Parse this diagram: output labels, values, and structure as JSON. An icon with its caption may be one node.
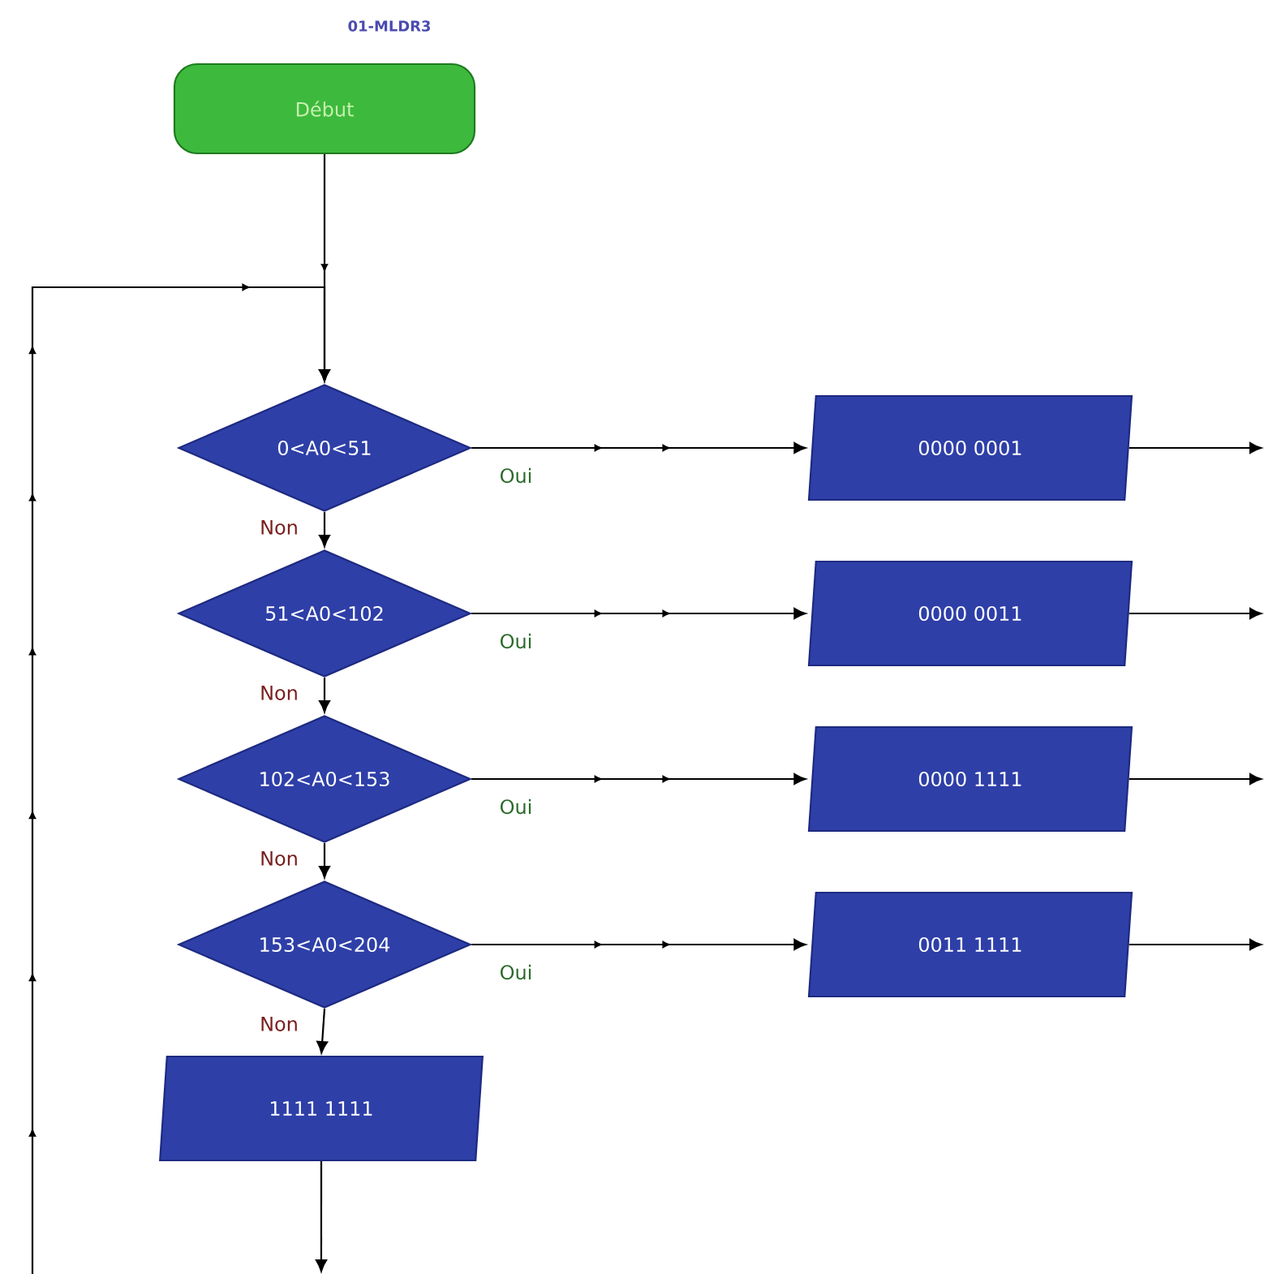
{
  "diagram": {
    "nodes": [
      {
        "text": [
          "Début"
        ],
        "beside": [
          "01-MLDR3"
        ]
      },
      {
        "text": [
          "0<A0<51"
        ]
      },
      {
        "text": [
          "51<A0<102"
        ]
      },
      {
        "text": [
          "102<A0<153"
        ]
      },
      {
        "text": [
          "153<A0<204"
        ]
      },
      {
        "text": [
          "0000 0001"
        ]
      },
      {
        "text": [
          "0000 0011"
        ]
      },
      {
        "text": [
          "0000 1111"
        ]
      },
      {
        "text": [
          "0011 1111"
        ]
      },
      {
        "text": [
          "1111 1111"
        ]
      }
    ],
    "edges": [
      {
        "from": 0,
        "to": 1,
        "arrow": "to"
      },
      {
        "from": 1,
        "to": 2,
        "arrow": "to",
        "label": "Non"
      },
      {
        "from": 2,
        "to": 3,
        "arrow": "to",
        "label": "Non"
      },
      {
        "from": 3,
        "to": 4,
        "arrow": "to",
        "label": "Non"
      },
      {
        "from": 4,
        "to": 9,
        "arrow": "to",
        "label": "Non"
      },
      {
        "from": 1,
        "to": 5,
        "arrow": "to",
        "label": "Oui"
      },
      {
        "from": 2,
        "to": 6,
        "arrow": "to",
        "label": "Oui"
      },
      {
        "from": 3,
        "to": 7,
        "arrow": "to",
        "label": "Oui"
      },
      {
        "from": 4,
        "to": 8,
        "arrow": "to",
        "label": "Oui"
      },
      {
        "from": 5,
        "to": null,
        "arrow": "to"
      },
      {
        "from": 6,
        "to": null,
        "arrow": "to"
      },
      {
        "from": 7,
        "to": null,
        "arrow": "to"
      },
      {
        "from": 8,
        "to": null,
        "arrow": "to"
      },
      {
        "from": 9,
        "to": null,
        "arrow": "to"
      },
      {
        "from": null,
        "to": 1,
        "arrow": "to"
      }
    ]
  }
}
